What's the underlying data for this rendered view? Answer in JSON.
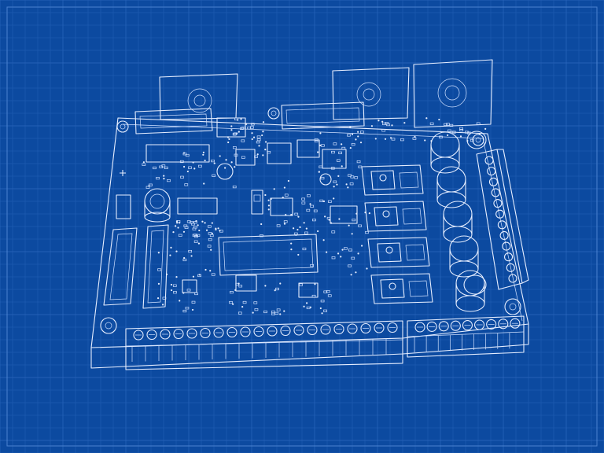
{
  "image": {
    "title": "",
    "background_color": "#0c4aa0",
    "grid_color": "#2f6ac0",
    "line_color": "#e6eeff",
    "subject": "circuit-board-blueprint"
  },
  "parts": {
    "terminal_block_front_main": 20,
    "terminal_block_front_right": 9,
    "terminal_block_side": 12,
    "electrolytic_capacitors": 5,
    "power_transistors": 4,
    "rotary_switch_boards": 3,
    "ribbon_headers": 2,
    "mounting_holes": 5
  }
}
